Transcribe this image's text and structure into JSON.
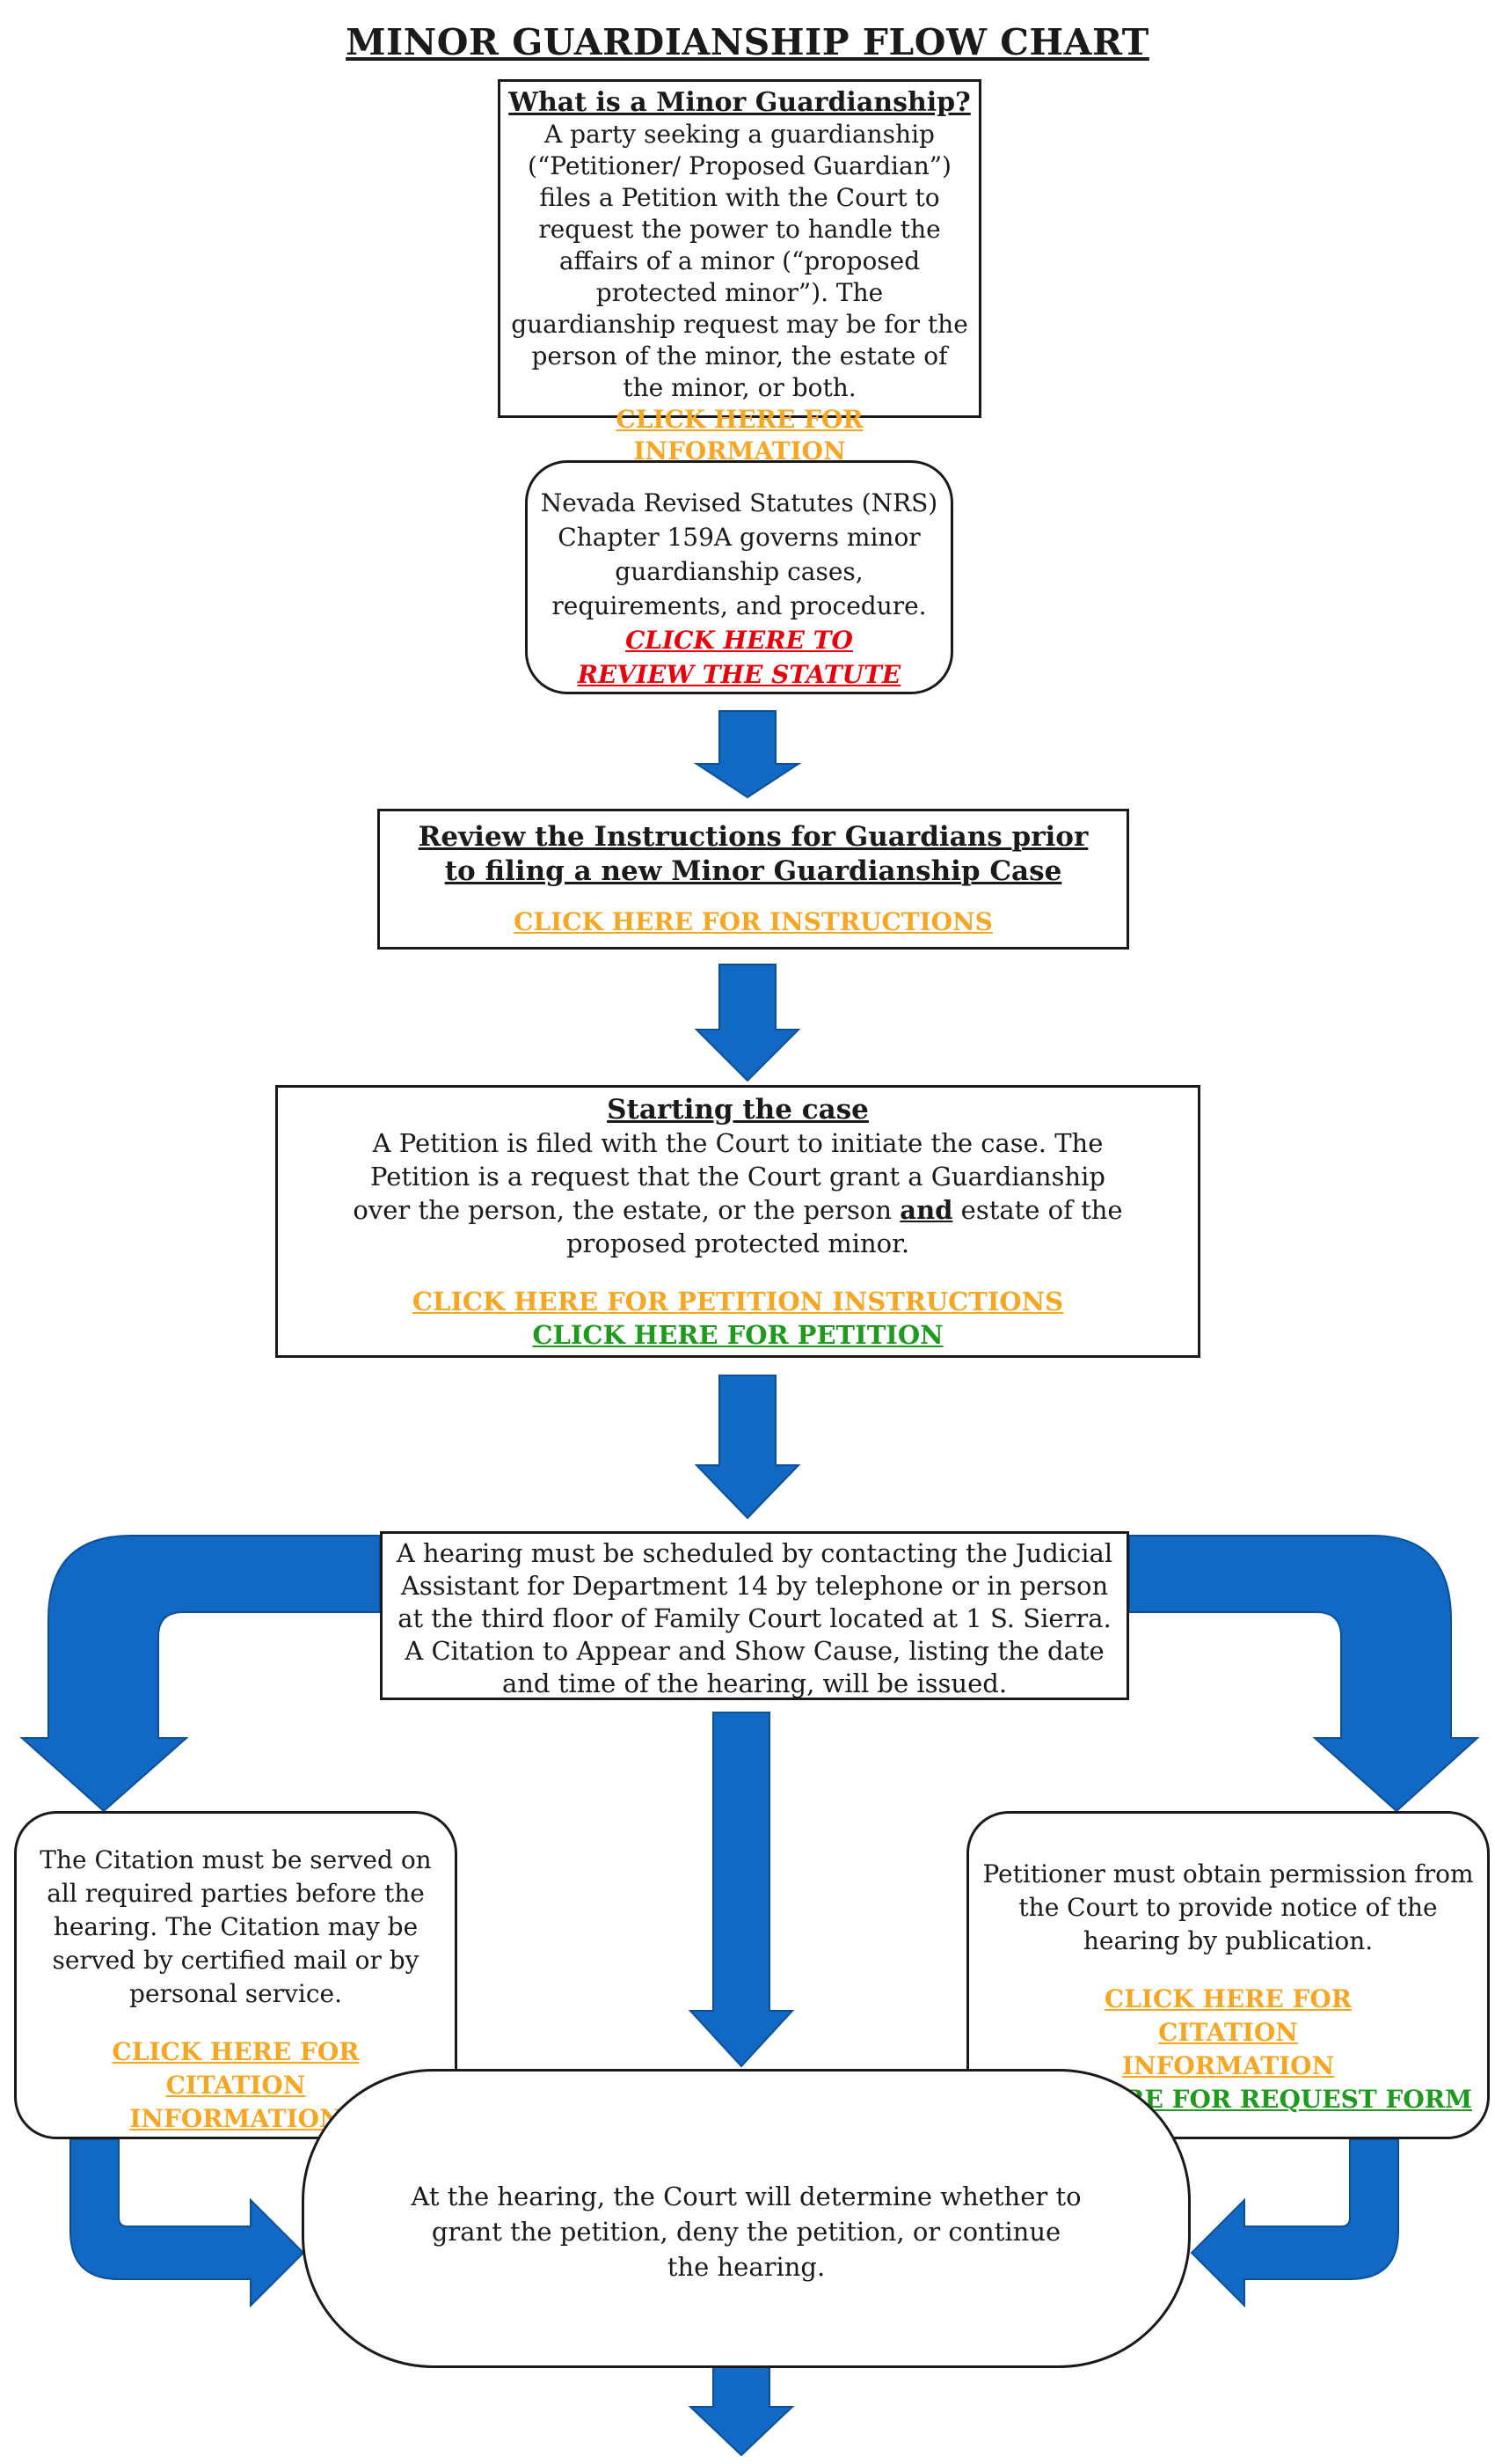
{
  "title": "MINOR GUARDIANSHIP FLOW CHART",
  "colors": {
    "arrow": "#1169c4",
    "arrow_stroke": "#0c4f96",
    "link_orange": "#f5a623",
    "link_red": "#e8000b",
    "link_green": "#1f9a1f"
  },
  "nodes": {
    "what_is": {
      "heading": "What is a Minor Guardianship?",
      "body": "A party seeking a guardianship (“Petitioner/ Proposed Guardian”) files a Petition with the Court to request the power to handle the affairs of a minor (“proposed protected minor”). The guardianship request may be for the person of the minor, the estate of the minor, or both.",
      "link": "CLICK HERE FOR INFORMATION"
    },
    "statute": {
      "body": "Nevada Revised Statutes (NRS) Chapter 159A governs minor guardianship cases, requirements, and procedure.",
      "link": "CLICK HERE TO REVIEW THE STATUTE"
    },
    "instructions": {
      "heading": "Review the Instructions for Guardians prior to filing a new Minor Guardianship Case",
      "link": "CLICK HERE FOR INSTRUCTIONS"
    },
    "starting": {
      "heading": "Starting the case",
      "body_before": "A Petition is filed with the Court to initiate the case. The Petition is a request that the Court grant a Guardianship over the person, the estate, or the person",
      "body_emphasis": "and",
      "body_after": "estate of the proposed protected minor.",
      "link_instructions": "CLICK HERE FOR PETITION INSTRUCTIONS",
      "link_petition": "CLICK HERE FOR PETITION"
    },
    "hearing_schedule": {
      "body": "A hearing must be scheduled by contacting the Judicial Assistant for Department 14 by telephone or in person at the third floor of Family Court located at 1 S. Sierra. A Citation to Appear and Show Cause, listing the date and time of the hearing, will be issued."
    },
    "citation_service": {
      "body": "The Citation must be served on all required parties before the hearing. The Citation may be served by certified mail or by personal service.",
      "link": "CLICK HERE FOR CITATION INFORMATION"
    },
    "publication": {
      "body": "Petitioner must obtain permission from the Court to provide notice of the hearing by publication.",
      "link_citation": "CLICK HERE FOR CITATION INFORMATION",
      "link_request": "CLICK HERE FOR REQUEST FORM"
    },
    "hearing": {
      "body": "At the hearing, the Court will determine whether to grant the petition, deny the petition, or continue the hearing."
    }
  }
}
